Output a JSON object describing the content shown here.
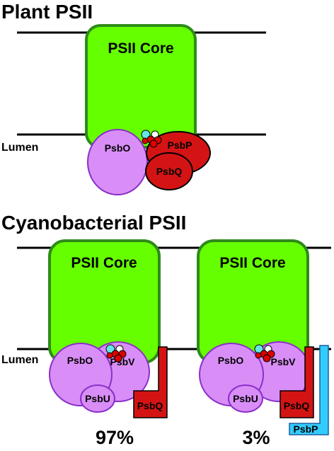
{
  "colors": {
    "core_fill": "#66ff00",
    "core_stroke": "#2e8b1a",
    "psbo_fill": "#d98ef7",
    "psbo_stroke": "#8a2fc9",
    "psbp_q_fill": "#d41414",
    "psbp_q_stroke": "#000000",
    "cyano_psbp_fill": "#33ccff",
    "cyano_psbp_stroke": "#1a5fa0",
    "membrane": "#000000",
    "mn_white": "#ffffff",
    "mn_red": "#e00000",
    "mn_cyan": "#66e6e6"
  },
  "plant": {
    "heading": "Plant PSII",
    "core_label": "PSII Core",
    "lumen_label": "Lumen",
    "psbo_label": "PsbO",
    "psbp_label": "PsbP",
    "psbq_label": "PsbQ"
  },
  "cyano": {
    "heading": "Cyanobacterial PSII",
    "lumen_label": "Lumen",
    "left": {
      "core_label": "PSII Core",
      "psbo_label": "PsbO",
      "psbv_label": "PsbV",
      "psbu_label": "PsbU",
      "psbq_label": "PsbQ",
      "percent": "97%"
    },
    "right": {
      "core_label": "PSII Core",
      "psbo_label": "PsbO",
      "psbv_label": "PsbV",
      "psbu_label": "PsbU",
      "psbq_label": "PsbQ",
      "psbp_label": "PsbP",
      "percent": "3%"
    }
  }
}
